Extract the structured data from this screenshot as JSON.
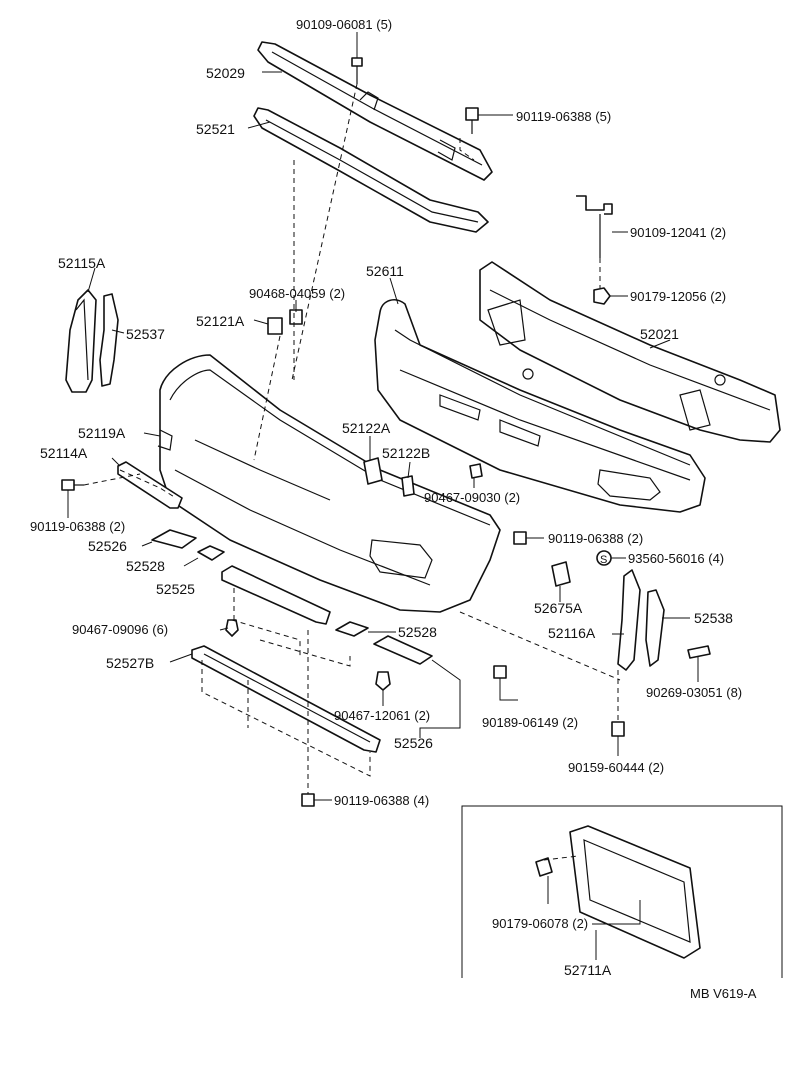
{
  "diagram": {
    "code": "MB V619-A",
    "labels": [
      {
        "id": "l1",
        "text": "90109-06081 (5)"
      },
      {
        "id": "l2",
        "text": "52029"
      },
      {
        "id": "l3",
        "text": "90119-06388 (5)"
      },
      {
        "id": "l4",
        "text": "52521"
      },
      {
        "id": "l5",
        "text": "90109-12041 (2)"
      },
      {
        "id": "l6",
        "text": "52115A"
      },
      {
        "id": "l7",
        "text": "52611"
      },
      {
        "id": "l8",
        "text": "90468-04059 (2)"
      },
      {
        "id": "l9",
        "text": "90179-12056 (2)"
      },
      {
        "id": "l10",
        "text": "52121A"
      },
      {
        "id": "l11",
        "text": "52537"
      },
      {
        "id": "l12",
        "text": "52021"
      },
      {
        "id": "l13",
        "text": "52119A"
      },
      {
        "id": "l14",
        "text": "52122A"
      },
      {
        "id": "l15",
        "text": "52114A"
      },
      {
        "id": "l16",
        "text": "52122B"
      },
      {
        "id": "l17",
        "text": "90467-09030 (2)"
      },
      {
        "id": "l18",
        "text": "90119-06388 (2)"
      },
      {
        "id": "l19",
        "text": "90119-06388 (2)"
      },
      {
        "id": "l20",
        "text": "52526"
      },
      {
        "id": "l21",
        "text": "93560-56016 (4)"
      },
      {
        "id": "l22",
        "text": "52528"
      },
      {
        "id": "l23",
        "text": "52525"
      },
      {
        "id": "l24",
        "text": "52675A"
      },
      {
        "id": "l25",
        "text": "52538"
      },
      {
        "id": "l26",
        "text": "90467-09096 (6)"
      },
      {
        "id": "l27",
        "text": "52528"
      },
      {
        "id": "l28",
        "text": "52116A"
      },
      {
        "id": "l29",
        "text": "52527B"
      },
      {
        "id": "l30",
        "text": "90269-03051 (8)"
      },
      {
        "id": "l31",
        "text": "90467-12061 (2)"
      },
      {
        "id": "l32",
        "text": "90189-06149 (2)"
      },
      {
        "id": "l33",
        "text": "52526"
      },
      {
        "id": "l34",
        "text": "90159-60444 (2)"
      },
      {
        "id": "l35",
        "text": "90119-06388 (4)"
      },
      {
        "id": "l36",
        "text": "90179-06078 (2)"
      },
      {
        "id": "l37",
        "text": "52711A"
      }
    ],
    "symbol_s": "S"
  }
}
